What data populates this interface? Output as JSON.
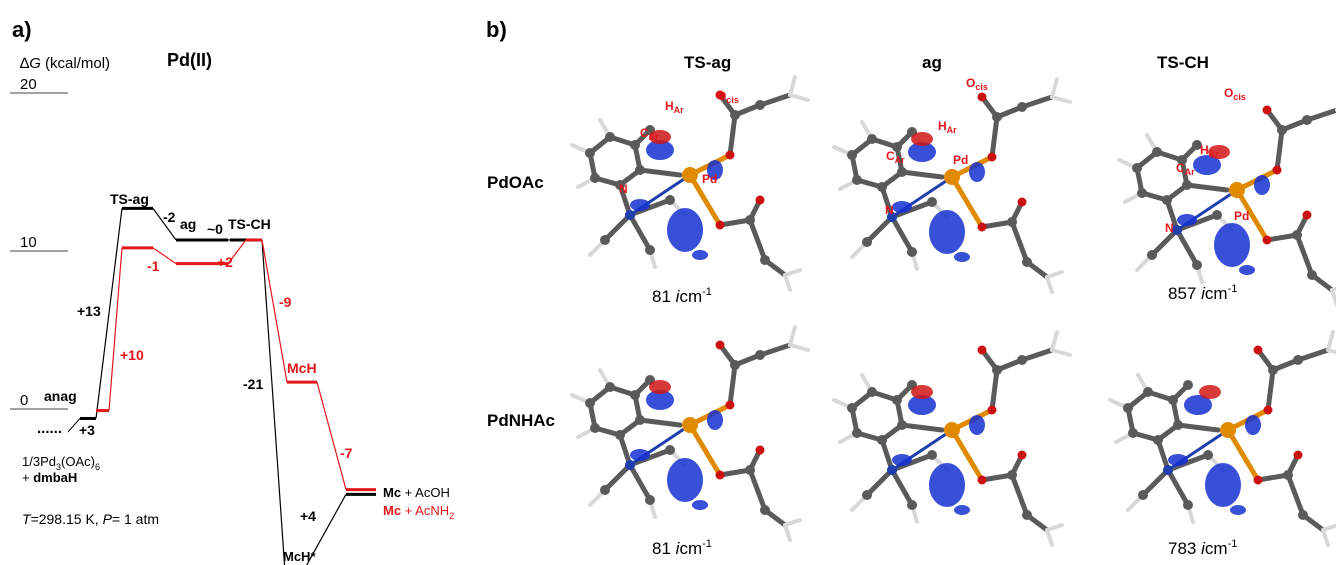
{
  "panel_a": {
    "label": "a)",
    "y_axis_label": "(kcal/mol)",
    "metal_label": "Pd(II)",
    "ticks": [
      {
        "value": 20,
        "label": "20"
      },
      {
        "value": 10,
        "label": "10"
      },
      {
        "value": 0,
        "label": "0"
      }
    ],
    "black_path": {
      "color": "#000000",
      "energies": [
        -0.6,
        12.7,
        10.7,
        10.7,
        10.7,
        -10.3,
        -5.4
      ],
      "changes": [
        "+3",
        "+13",
        "-2",
        "~0",
        "-21",
        "+4"
      ]
    },
    "red_path": {
      "color": "#e4161b",
      "energies": [
        -0.1,
        10.2,
        9.2,
        9.2,
        10.7,
        1.7,
        -5.1
      ],
      "changes": [
        "+10",
        "-1",
        "+2",
        "-9",
        "-7"
      ]
    },
    "states": {
      "reactant_dots": "......",
      "anag": "anag",
      "ts_ag": "TS-ag",
      "ag": "ag",
      "ts_ch": "TS-CH",
      "mch": "McH",
      "mch_star": "McH*"
    },
    "reactants": {
      "line1": "1/3Pd",
      "sub1": "3",
      "mid": "(OAc)",
      "sub2": "6",
      "line2_prefix": "+ ",
      "line2": "dmbaH"
    },
    "products_black": {
      "bold": "Mc",
      "rest": " + AcOH"
    },
    "products_red": {
      "bold": "Mc",
      "rest": " + AcNH",
      "sub": "2"
    },
    "conditions": {
      "t_label": "T",
      "t_value": "=298.15 K, ",
      "p_label": "P",
      "p_value": "= 1 atm"
    }
  },
  "panel_b": {
    "label": "b)",
    "columns": [
      "TS-ag",
      "ag",
      "TS-CH"
    ],
    "rows": [
      "PdOAc",
      "PdNHAc"
    ],
    "freq_unit": "cm",
    "freq_exp": "-1",
    "freq_i": "i",
    "frequencies": {
      "pdoac_ts_ag": "81",
      "pdoac_ts_ch": "857",
      "pdnhac_ts_ag": "81",
      "pdnhac_ts_ch": "783"
    },
    "atom_labels": {
      "pd": "Pd",
      "n": "N",
      "o": "O",
      "o_sub": "cis",
      "h": "H",
      "h_sub": "Ar",
      "c": "C",
      "c_sub": "Ar"
    },
    "colors": {
      "carbon": "#5a5a5a",
      "pd": "#e08a00",
      "n": "#1f3fae",
      "o": "#cc1111",
      "h": "#d8d8d8",
      "iso_blue": "#1530d0",
      "iso_red": "#d01515"
    }
  }
}
